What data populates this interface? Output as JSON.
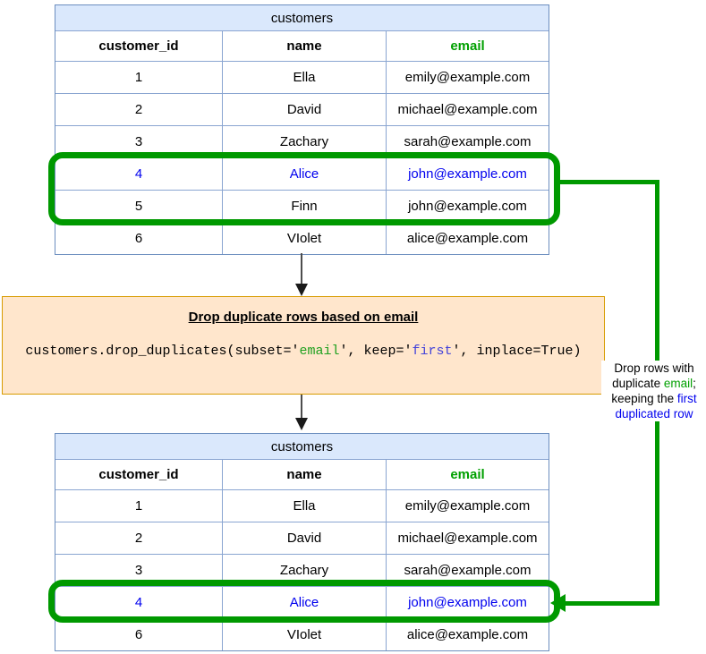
{
  "colors": {
    "table_border": "#6c8ebf",
    "table_inner_border": "#8aa5d1",
    "table_title_fill": "#dae8fc",
    "highlight_green": "#009900",
    "email_header_green": "#00a000",
    "code_string_green": "#1fa01f",
    "code_string_blue": "#4343d9",
    "duplicate_row_blue": "#0000ee",
    "operation_box_fill": "#ffe6cc",
    "operation_box_border": "#d79b00"
  },
  "top_table": {
    "title": "customers",
    "columns": [
      "customer_id",
      "name",
      "email"
    ],
    "rows": [
      [
        "1",
        "Ella",
        "emily@example.com"
      ],
      [
        "2",
        "David",
        "michael@example.com"
      ],
      [
        "3",
        "Zachary",
        "sarah@example.com"
      ],
      [
        "4",
        "Alice",
        "john@example.com"
      ],
      [
        "5",
        "Finn",
        "john@example.com"
      ],
      [
        "6",
        "VIolet",
        "alice@example.com"
      ]
    ]
  },
  "operation": {
    "title": "Drop duplicate rows based on email",
    "code": {
      "pre": "customers.drop_duplicates(subset='",
      "subset_value": "email",
      "mid": "', keep='",
      "keep_value": "first",
      "post": "', inplace=True)"
    }
  },
  "bottom_table": {
    "title": "customers",
    "columns": [
      "customer_id",
      "name",
      "email"
    ],
    "rows": [
      [
        "1",
        "Ella",
        "emily@example.com"
      ],
      [
        "2",
        "David",
        "michael@example.com"
      ],
      [
        "3",
        "Zachary",
        "sarah@example.com"
      ],
      [
        "4",
        "Alice",
        "john@example.com"
      ],
      [
        "6",
        "VIolet",
        "alice@example.com"
      ]
    ]
  },
  "annotation": {
    "line1": "Drop rows with",
    "line2_pre": "duplicate ",
    "line2_green": "email",
    "line2_post": ";",
    "line3_pre": "keeping the ",
    "line3_blue": "first",
    "line4": "duplicated row"
  }
}
